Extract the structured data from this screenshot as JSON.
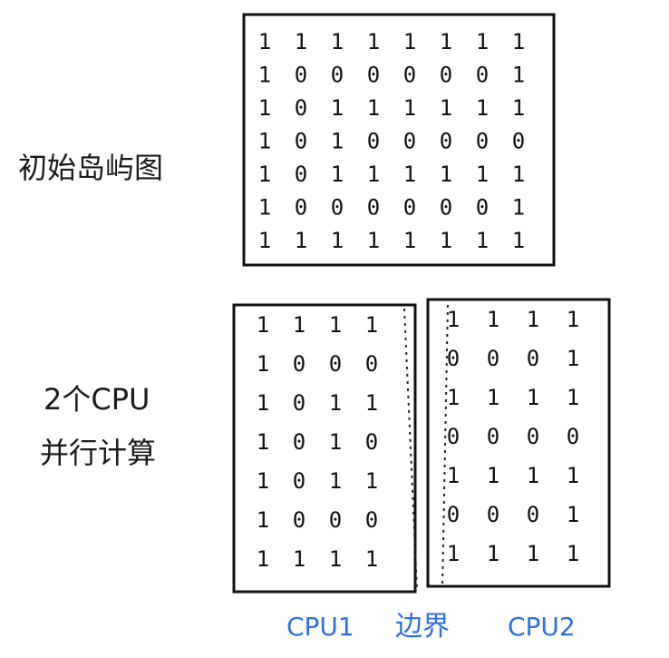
{
  "labels": {
    "initial_map": "初始岛屿图",
    "two_cpu_line1": "2个CPU",
    "two_cpu_line2": "并行计算",
    "cpu1": "CPU1",
    "boundary": "边界",
    "cpu2": "CPU2"
  },
  "colors": {
    "ink": "#111111",
    "annotation_blue": "#2f6fe0"
  },
  "initial_grid": [
    [
      "1",
      "1",
      "1",
      "1",
      "1",
      "1",
      "1",
      "1"
    ],
    [
      "1",
      "0",
      "0",
      "0",
      "0",
      "0",
      "0",
      "1"
    ],
    [
      "1",
      "0",
      "1",
      "1",
      "1",
      "1",
      "1",
      "1"
    ],
    [
      "1",
      "0",
      "1",
      "0",
      "0",
      "0",
      "0",
      "0"
    ],
    [
      "1",
      "0",
      "1",
      "1",
      "1",
      "1",
      "1",
      "1"
    ],
    [
      "1",
      "0",
      "0",
      "0",
      "0",
      "0",
      "0",
      "1"
    ],
    [
      "1",
      "1",
      "1",
      "1",
      "1",
      "1",
      "1",
      "1"
    ]
  ],
  "cpu1_grid": [
    [
      "1",
      "1",
      "1",
      "1"
    ],
    [
      "1",
      "0",
      "0",
      "0"
    ],
    [
      "1",
      "0",
      "1",
      "1"
    ],
    [
      "1",
      "0",
      "1",
      "0"
    ],
    [
      "1",
      "0",
      "1",
      "1"
    ],
    [
      "1",
      "0",
      "0",
      "0"
    ],
    [
      "1",
      "1",
      "1",
      "1"
    ]
  ],
  "cpu2_grid": [
    [
      "1",
      "1",
      "1",
      "1"
    ],
    [
      "0",
      "0",
      "0",
      "1"
    ],
    [
      "1",
      "1",
      "1",
      "1"
    ],
    [
      "0",
      "0",
      "0",
      "0"
    ],
    [
      "1",
      "1",
      "1",
      "1"
    ],
    [
      "0",
      "0",
      "0",
      "1"
    ],
    [
      "1",
      "1",
      "1",
      "1"
    ]
  ]
}
